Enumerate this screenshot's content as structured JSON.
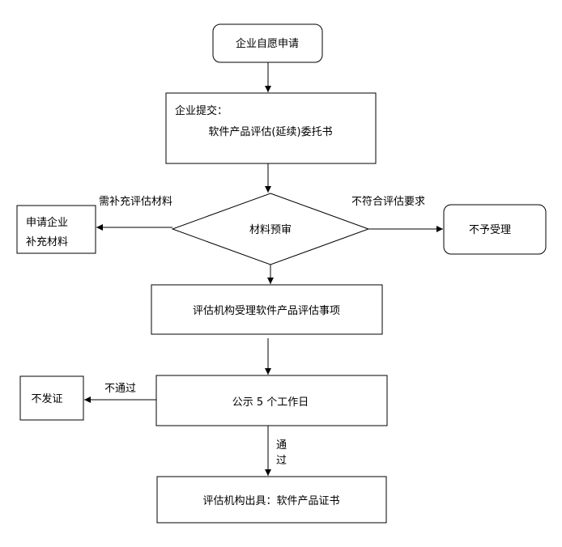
{
  "nodes": {
    "start": "企业自愿申请",
    "submit_title": "企业提交：",
    "submit_body": "软件产品评估(延续)委托书",
    "review": "材料预审",
    "supplement": [
      "申请企业",
      "补充材料"
    ],
    "reject": "不予受理",
    "accept": "评估机构受理软件产品评估事项",
    "publicity": "公示 5 个工作日",
    "no_cert": "不发证",
    "issue": "评估机构出具：软件产品证书"
  },
  "edges": {
    "need_supplement": "需补充评估材料",
    "not_compliant": "不符合评估要求",
    "not_passed": "不通过",
    "passed": [
      "通",
      "过"
    ]
  }
}
